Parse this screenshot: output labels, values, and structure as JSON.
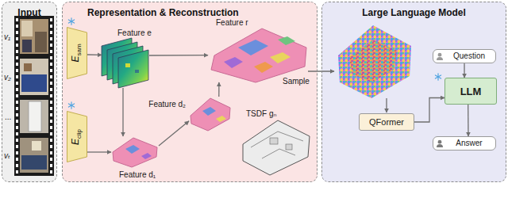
{
  "diagram": {
    "nodes": [
      {
        "text": [
          "Input"
        ]
      },
      {
        "text": [
          "Representation & Reconstruction"
        ]
      },
      {
        "text": [
          "E",
          "sam"
        ],
        "in": 1
      },
      {
        "text": [
          "E",
          "clip"
        ],
        "in": 1
      },
      {
        "text": [
          "Feature e"
        ],
        "in": 1
      },
      {
        "text": [
          "Feature r"
        ],
        "in": 1
      },
      {
        "text": [
          "Feature d₂"
        ],
        "in": 1
      },
      {
        "text": [
          "TSDF gₙ"
        ],
        "in": 1
      },
      {
        "text": [
          "Feature d₁"
        ],
        "in": 1
      },
      {
        "text": [
          "Large Language Model"
        ]
      },
      {
        "text": [
          "Question"
        ],
        "in": 9
      },
      {
        "text": [
          "LLM"
        ],
        "in": 9
      },
      {
        "text": [
          "QFormer"
        ],
        "in": 9
      },
      {
        "text": [
          "Answer"
        ],
        "in": 9
      }
    ],
    "edges": [
      {
        "from": 2,
        "to": 4,
        "arrow": "to"
      },
      {
        "from": 3,
        "to": 8,
        "arrow": "to"
      },
      {
        "from": 4,
        "to": 8,
        "arrow": "to"
      },
      {
        "from": 8,
        "to": 6,
        "arrow": "to"
      },
      {
        "from": 6,
        "to": 5,
        "arrow": "to"
      },
      {
        "from": 4,
        "to": 5,
        "arrow": "to"
      },
      {
        "from": 10,
        "to": 11,
        "arrow": "to"
      },
      {
        "from": 12,
        "to": 11,
        "arrow": "to"
      },
      {
        "from": 11,
        "to": 13,
        "arrow": "to"
      }
    ],
    "labels": [
      "v₁",
      "v₂",
      "...",
      "vₜ",
      "Sample"
    ]
  }
}
